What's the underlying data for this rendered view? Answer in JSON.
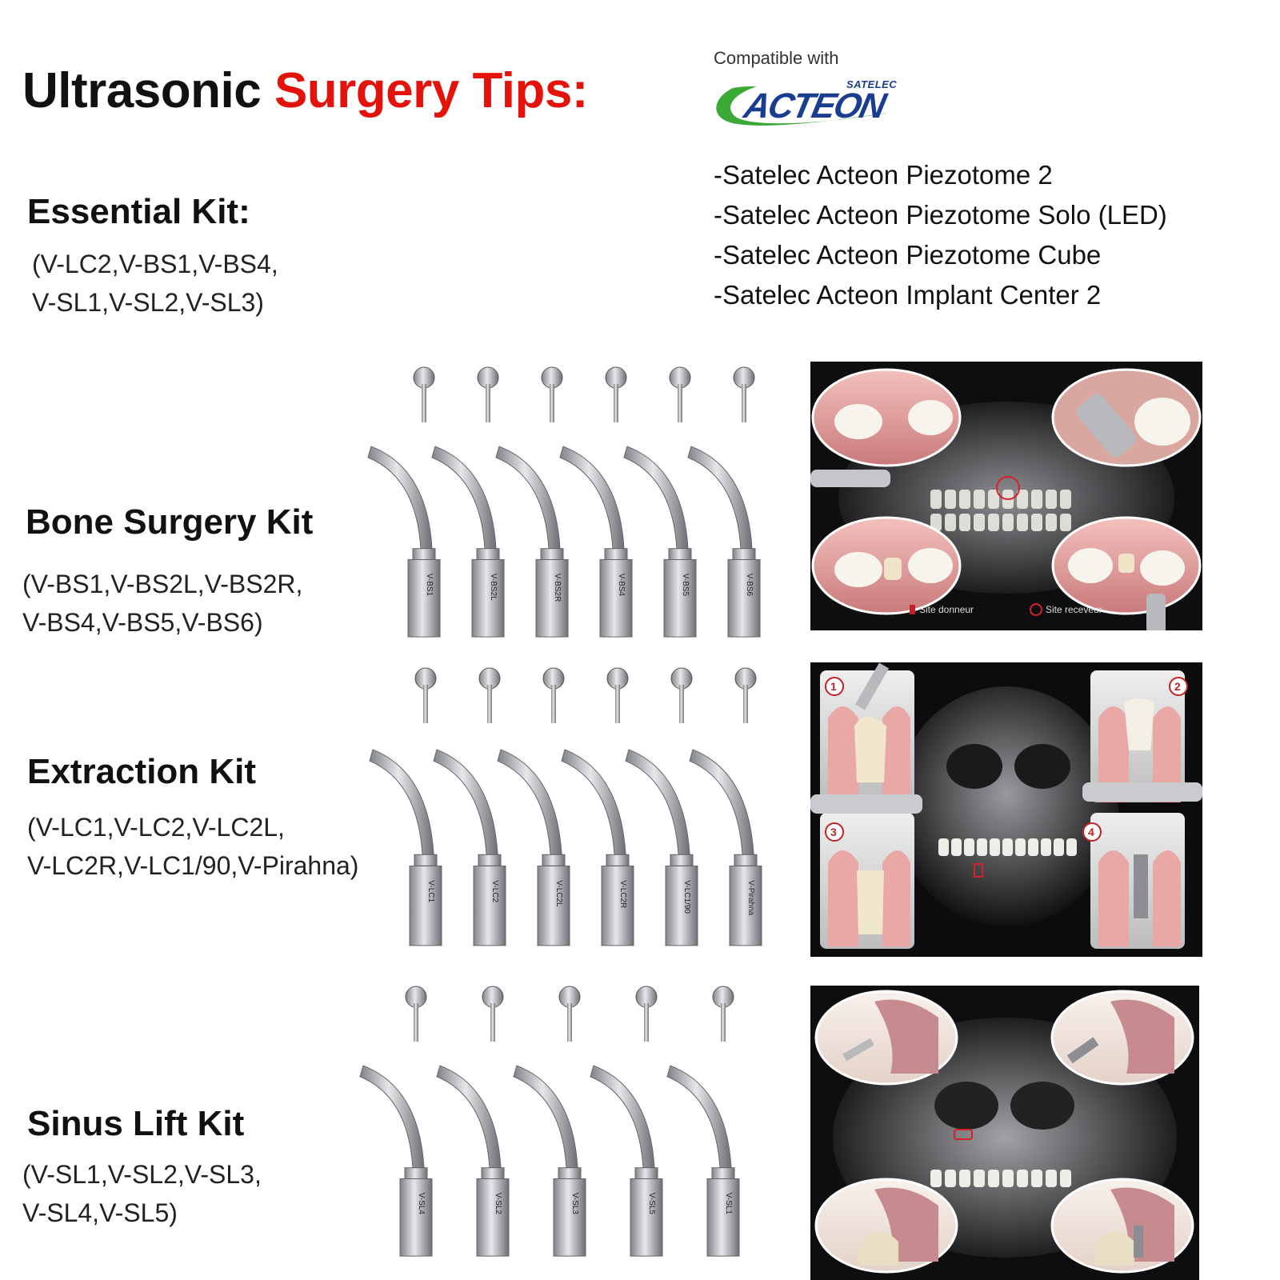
{
  "title": {
    "part1": "Ultrasonic",
    "part2": "Surgery Tips:"
  },
  "compat": {
    "label": "Compatible with",
    "brand_sub": "SATELEC",
    "brand_main": "ACTEON",
    "devices": [
      "-Satelec Acteon Piezotome 2",
      "-Satelec Acteon Piezotome Solo (LED)",
      "-Satelec Acteon Piezotome Cube",
      "-Satelec Acteon Implant Center 2"
    ]
  },
  "kits": {
    "essential": {
      "title": "Essential Kit:",
      "line1": "(V-LC2,V-BS1,V-BS4,",
      "line2": "V-SL1,V-SL2,V-SL3)"
    },
    "bone": {
      "title": "Bone Surgery Kit",
      "line1": "(V-BS1,V-BS2L,V-BS2R,",
      "line2": "V-BS4,V-BS5,V-BS6)",
      "tips": [
        "V-BS1",
        "V-BS2L",
        "V-BS2R",
        "V-BS4",
        "V-BS5",
        "V-BS6"
      ],
      "legend": {
        "donor": "Site donneur",
        "receiver": "Site receveur"
      }
    },
    "extraction": {
      "title": "Extraction Kit",
      "line1": "(V-LC1,V-LC2,V-LC2L,",
      "line2": "V-LC2R,V-LC1/90,V-Pirahna)",
      "tips": [
        "V-LC1",
        "V-LC2",
        "V-LC2L",
        "V-LC2R",
        "V-LC1/90",
        "V-Pirahna"
      ],
      "steps": [
        "1",
        "2",
        "3",
        "4"
      ]
    },
    "sinus": {
      "title": "Sinus Lift Kit",
      "line1": "(V-SL1,V-SL2,V-SL3,",
      "line2": "V-SL4,V-SL5)",
      "tips": [
        "V-SL4",
        "V-SL2",
        "V-SL3",
        "V-SL5",
        "V-SL1"
      ]
    }
  },
  "colors": {
    "accent_red": "#e3120b",
    "brand_blue": "#1a3e8f",
    "brand_green": "#3aa935"
  }
}
